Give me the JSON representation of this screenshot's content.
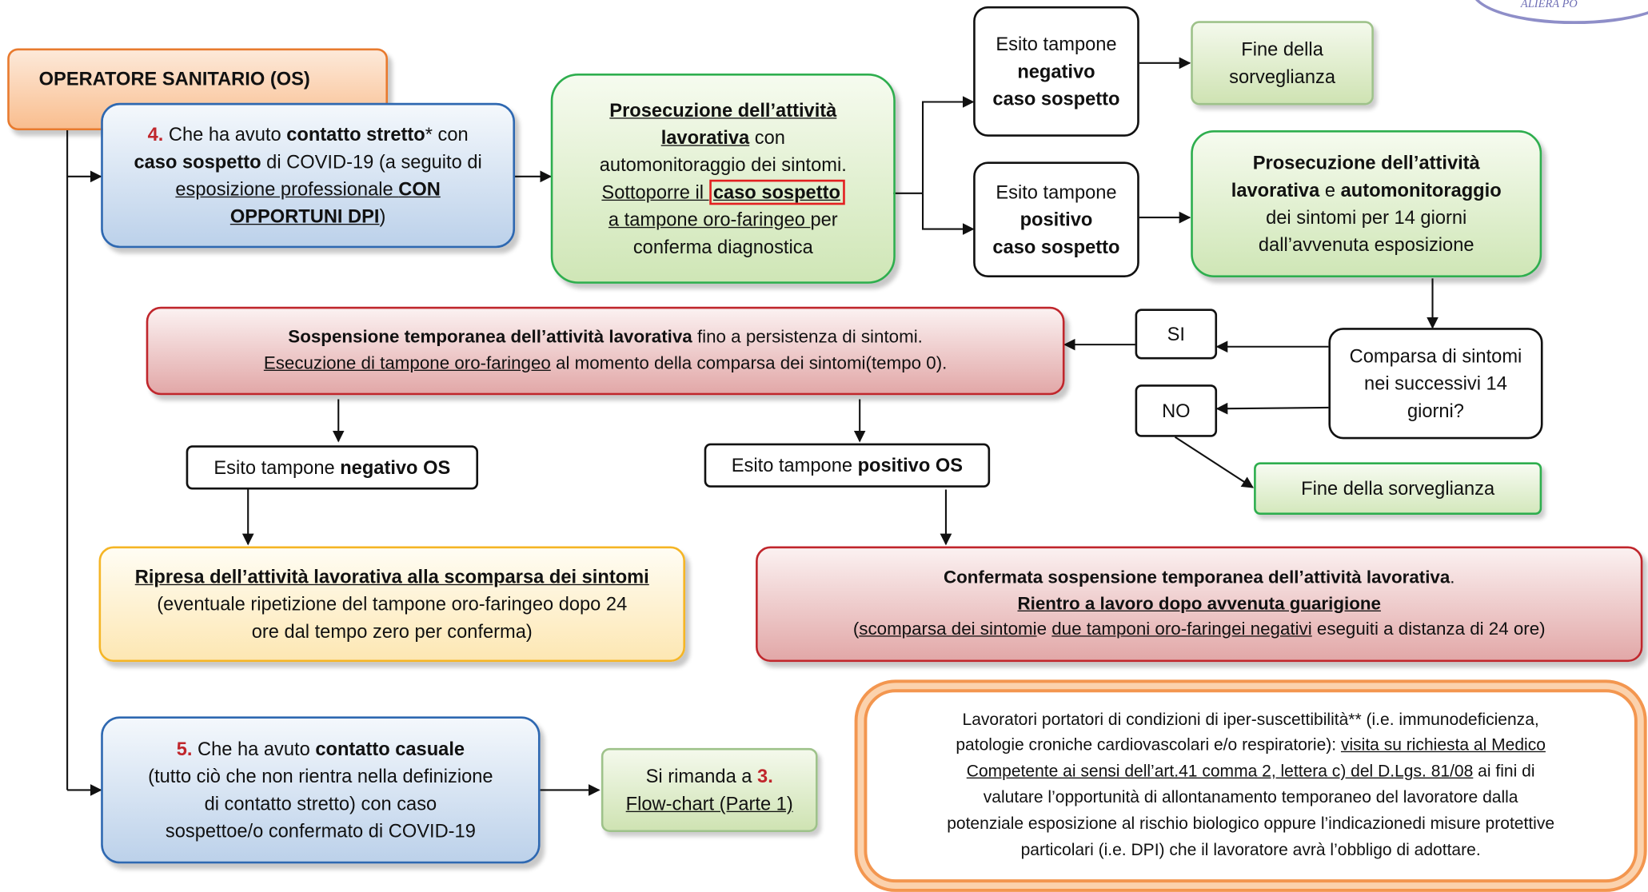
{
  "logo": {
    "text": "ALIERA PO"
  },
  "os_title": "OPERATORE SANITARIO (OS)",
  "box4": {
    "num": "4.",
    "t1": " Che ha avuto ",
    "b1": "contatto  stretto",
    "t2": "* con",
    "b2": "caso sospetto",
    "t3": " di COVID-19 (a seguito di",
    "u1": "esposizione professionale ",
    "ub1": "CON",
    "ub2": "OPPORTUNI DPI",
    "t4": ")"
  },
  "prosecuzione": {
    "ub1": "Prosecuzione dell’attività",
    "ub2": "lavorativa",
    "t1": " con",
    "t2": "automonitoraggio dei sintomi.",
    "u1": "Sottoporre il ",
    "ub3": "caso sospetto",
    "u2": "a tampone oro-faringeo ",
    "t3": "per",
    "t4": "conferma diagnostica"
  },
  "esito_neg_sosp": {
    "t1": "Esito tampone",
    "b1": "negativo",
    "b2": "caso sospetto"
  },
  "esito_pos_sosp": {
    "t1": "Esito tampone",
    "b1": "positivo",
    "b2": "caso sospetto"
  },
  "fine1": {
    "l1": "Fine della",
    "l2": "sorveglianza"
  },
  "prosec_auto": {
    "b1": "Prosecuzione dell’attività",
    "b2": "lavorativa",
    "t1": " e ",
    "b3": "automonitoraggio",
    "t2": "dei sintomi per 14 giorni",
    "t3": "dall’avvenuta esposizione"
  },
  "sospensione": {
    "b1": "Sospensione temporanea dell’attività lavorativa",
    "t1": " fino a persistenza di sintomi.",
    "u1": "Esecuzione di tampone oro-faringeo",
    "t2": " al momento della comparsa dei sintomi(tempo 0)."
  },
  "si": "SI",
  "no": "NO",
  "comparsa": {
    "l1": "Comparsa di sintomi",
    "l2": "nei successivi 14",
    "l3": "giorni?"
  },
  "fine2": "Fine della sorveglianza",
  "esito_neg_os": {
    "t1": "Esito tampone ",
    "b1": "negativo OS"
  },
  "esito_pos_os": {
    "t1": "Esito tampone ",
    "b1": "positivo OS"
  },
  "ripresa": {
    "ub1": "Ripresa dell’attività lavorativa alla scomparsa dei sintomi",
    "t1": "(eventuale ripetizione del tampone oro-faringeo dopo 24",
    "t2": "ore dal tempo zero per conferma)"
  },
  "confermata": {
    "b1": "Confermata sospensione temporanea dell’attività lavorativa",
    "t1": ".",
    "ub1": "Rientro a lavoro dopo avvenuta guarigione",
    "t2": "(",
    "u1": "scomparsa dei sintomi",
    "t3": "e ",
    "u2": "due tamponi oro-faringei negativi",
    "t4": " eseguiti a distanza di 24 ore)"
  },
  "box5": {
    "num": "5.",
    "t1": " Che ha avuto ",
    "b1": "contatto casuale",
    "t2": "(tutto ciò che non rientra nella definizione",
    "t3": "di contatto stretto) con caso",
    "t4": "sospettoe/o confermato di COVID-19"
  },
  "rimanda": {
    "t1": "Si rimanda a ",
    "num": "3.",
    "u1": "Flow-chart (Parte 1)"
  },
  "note": {
    "l1": "Lavoratori portatori di condizioni di iper-suscettibilità** (i.e. immunodeficienza,",
    "l2a": "patologie croniche cardiovascolari e/o respiratorie): ",
    "l2u": "visita su richiesta al Medico",
    "l3u": "Competente ai sensi dell’art.41 comma 2, lettera c) del D.Lgs. 81/08",
    "l3b": " ai fini di",
    "l4": "valutare l’opportunità di allontanamento temporaneo del lavoratore dalla",
    "l5": "potenziale esposizione al rischio biologico oppure l’indicazionedi misure protettive",
    "l6": "particolari (i.e. DPI) che il lavoratore avrà l’obbligo di adottare."
  }
}
